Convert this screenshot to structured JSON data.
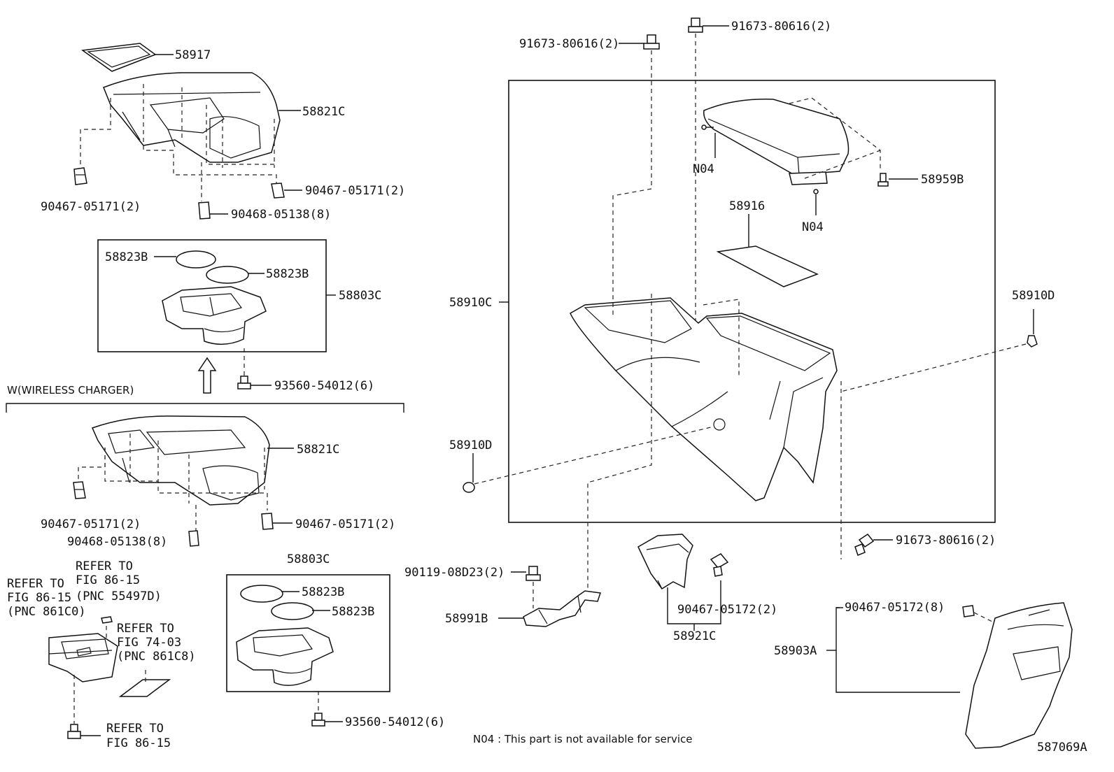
{
  "labels": {
    "p58917": "58917",
    "p58821C_top": "58821C",
    "clip_9046705171_top_left": "90467-05171(2)",
    "clip_9046705171_top_right": "90467-05171(2)",
    "clip_9046805138_top": "90468-05138(8)",
    "p58823B_a": "58823B",
    "p58823B_b": "58823B",
    "p58803C_top": "58803C",
    "screw_9356054012_top": "93560-54012(6)",
    "wireless_heading": "W(WIRELESS CHARGER)",
    "p58821C_lower": "58821C",
    "clip_9046705171_lower_left": "90467-05171(2)",
    "clip_9046705171_lower_right": "90467-05171(2)",
    "clip_9046805138_lower": "90468-05138(8)",
    "refer_a_1": "REFER TO",
    "refer_a_2": "FIG 86-15",
    "refer_a_3": "(PNC 861C0)",
    "refer_b_1": "REFER TO",
    "refer_b_2": "FIG 86-15",
    "refer_b_3": "(PNC 55497D)",
    "refer_c_1": "REFER TO",
    "refer_c_2": "FIG 74-03",
    "refer_c_3": "(PNC 861C8)",
    "refer_d_1": "REFER TO",
    "refer_d_2": "FIG 86-15",
    "p58803C_lower": "58803C",
    "p58823B_c": "58823B",
    "p58823B_d": "58823B",
    "screw_9356054012_lower": "93560-54012(6)",
    "bolt_9167380616_a": "91673-80616(2)",
    "bolt_9167380616_b": "91673-80616(2)",
    "bolt_9167380616_c": "91673-80616(2)",
    "n04_a": "N04",
    "n04_b": "N04",
    "p58959B": "58959B",
    "p58916": "58916",
    "p58910C": "58910C",
    "p58910D_right": "58910D",
    "p58910D_left": "58910D",
    "bolt_9011908D23": "90119-08D23(2)",
    "p58991B": "58991B",
    "clip_9046705172_a": "90467-05172(2)",
    "p58921C": "58921C",
    "clip_9046705172_b": "90467-05172(8)",
    "p58903A": "58903A",
    "note": "N04 : This part is not available for service",
    "figure_id": "587069A"
  }
}
